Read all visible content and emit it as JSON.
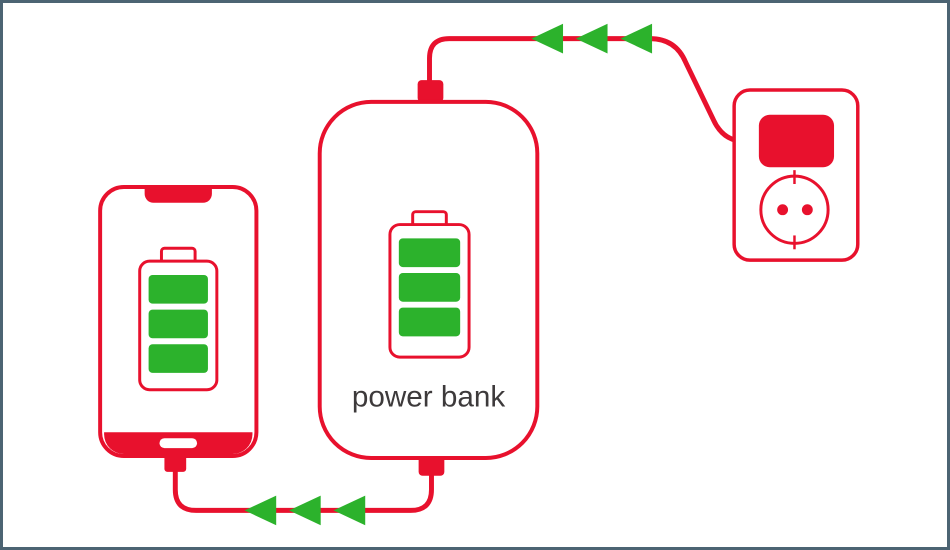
{
  "title": "Power bank charging diagram",
  "colors": {
    "red": "#e8112d",
    "green": "#2cb22c",
    "ink": "#3d3a3b",
    "border": "#4c6473",
    "bg": "#ffffff"
  },
  "labels": {
    "power_bank": "power bank"
  },
  "diagram": {
    "devices": [
      {
        "name": "smartphone",
        "battery_segments": 3,
        "battery_state": "charged"
      },
      {
        "name": "power-bank",
        "battery_segments": 3,
        "battery_state": "charged",
        "label": "power bank"
      },
      {
        "name": "wall-socket",
        "plug_connected": true
      }
    ],
    "flows": [
      {
        "from": "wall-socket",
        "to": "power-bank",
        "arrows": 3,
        "direction": "left"
      },
      {
        "from": "power-bank",
        "to": "smartphone",
        "arrows": 3,
        "direction": "left"
      }
    ]
  }
}
